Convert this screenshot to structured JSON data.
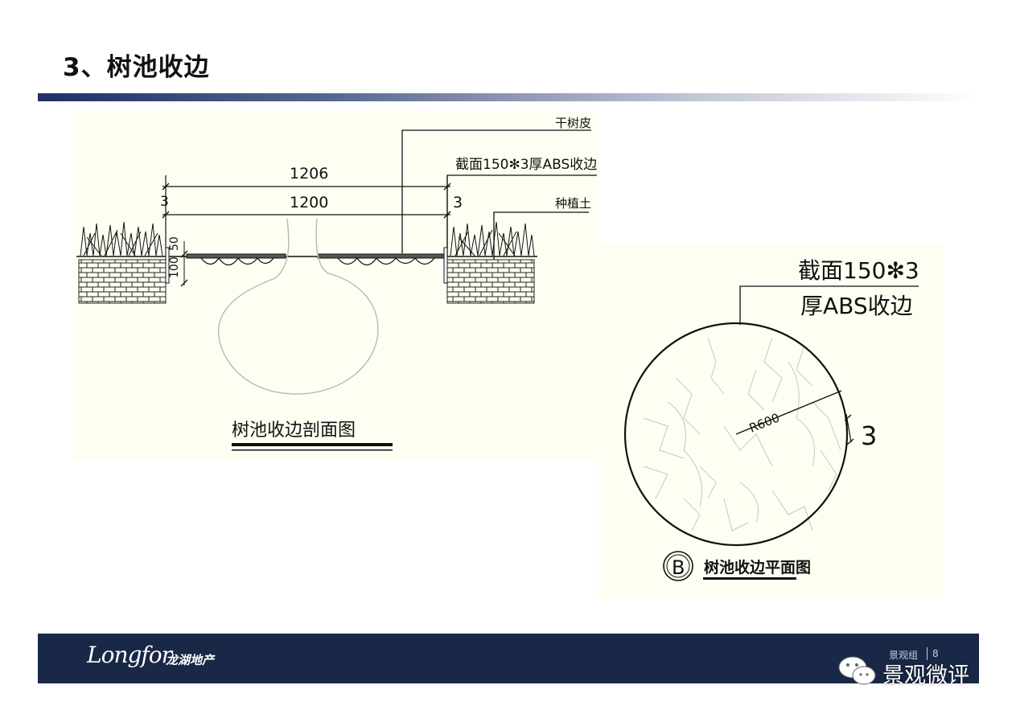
{
  "slide": {
    "title": "3、树池收边"
  },
  "section_drawing": {
    "leader_labels": [
      "干树皮",
      "截面150✻3厚ABS收边",
      "种植土"
    ],
    "dimensions": {
      "outer_width": "1206",
      "inner_width": "1200",
      "edge_left": "3",
      "edge_right": "3",
      "depth_100": "100",
      "depth_50": "50"
    },
    "caption": "树池收边剖面图"
  },
  "plan_drawing": {
    "callout_line1": "截面150✻3",
    "callout_line2": "厚ABS收边",
    "radius_label": "R600",
    "thickness_label": "3",
    "detail_marker": "B",
    "caption": "树池收边平面图"
  },
  "footer": {
    "logo_text": "Longfor",
    "logo_cn": "龙湖地产",
    "department": "景观组",
    "page_number": "8"
  },
  "watermark": {
    "text": "景观微评"
  },
  "colors": {
    "drawing_background": "#fefef3",
    "footer_background": "#192846",
    "title_rule_start": "#1f2f68"
  }
}
